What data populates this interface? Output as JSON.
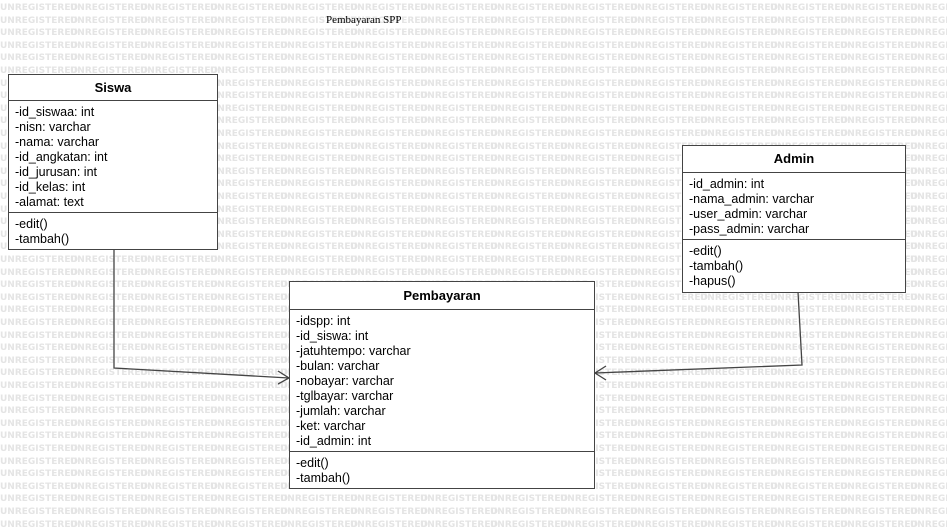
{
  "title": "Pembayaran SPP",
  "watermark_text": "UNREGISTERED",
  "classes": {
    "siswa": {
      "name": "Siswa",
      "attributes": [
        "-id_siswaa: int",
        "-nisn: varchar",
        "-nama: varchar",
        "-id_angkatan: int",
        "-id_jurusan: int",
        "-id_kelas: int",
        "-alamat: text"
      ],
      "methods": [
        "-edit()",
        "-tambah()"
      ]
    },
    "admin": {
      "name": "Admin",
      "attributes": [
        "-id_admin: int",
        "-nama_admin: varchar",
        "-user_admin: varchar",
        "-pass_admin: varchar"
      ],
      "methods": [
        "-edit()",
        "-tambah()",
        "-hapus()"
      ]
    },
    "pembayaran": {
      "name": "Pembayaran",
      "attributes": [
        "-idspp: int",
        "-id_siswa: int",
        "-jatuhtempo: varchar",
        "-bulan: varchar",
        "-nobayar: varchar",
        "-tglbayar: varchar",
        "-jumlah: varchar",
        "-ket: varchar",
        "-id_admin: int"
      ],
      "methods": [
        "-edit()",
        "-tambah()"
      ]
    }
  },
  "relations": [
    {
      "from": "Siswa",
      "to": "Pembayaran",
      "type": "association-arrow"
    },
    {
      "from": "Admin",
      "to": "Pembayaran",
      "type": "association-arrow"
    }
  ],
  "colors": {
    "border": "#444444",
    "line": "#444444",
    "watermark": "#e4e4e4",
    "background": "#ffffff"
  }
}
